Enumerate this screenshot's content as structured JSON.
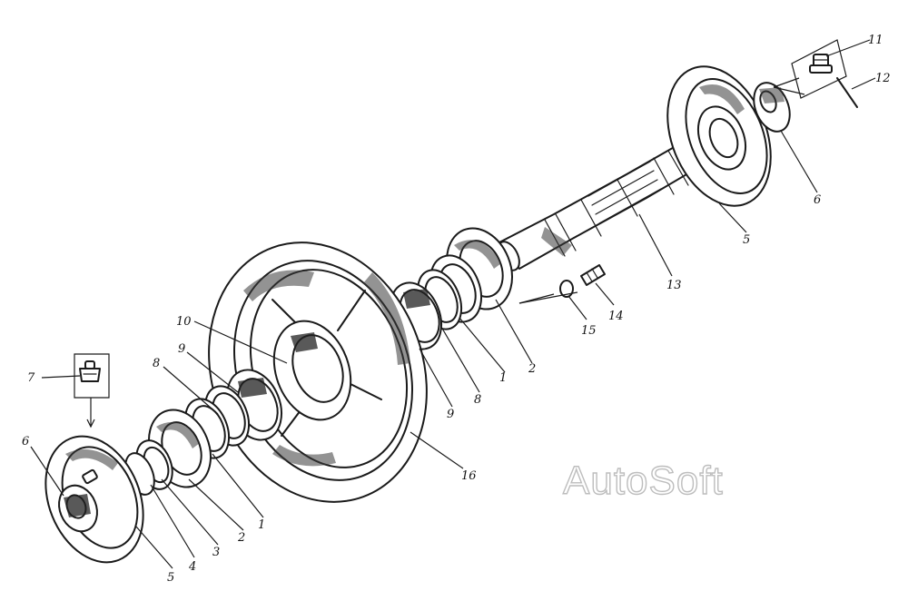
{
  "watermark": "AutoSoft",
  "labels": [
    {
      "id": "l7",
      "text": "7"
    },
    {
      "id": "l6a",
      "text": "6"
    },
    {
      "id": "l5a",
      "text": "5"
    },
    {
      "id": "l4",
      "text": "4"
    },
    {
      "id": "l3",
      "text": "3"
    },
    {
      "id": "l2a",
      "text": "2"
    },
    {
      "id": "l1a",
      "text": "1"
    },
    {
      "id": "l8a",
      "text": "8"
    },
    {
      "id": "l9a",
      "text": "9"
    },
    {
      "id": "l10",
      "text": "10"
    },
    {
      "id": "l16",
      "text": "16"
    },
    {
      "id": "l9b",
      "text": "9"
    },
    {
      "id": "l8b",
      "text": "8"
    },
    {
      "id": "l1b",
      "text": "1"
    },
    {
      "id": "l2b",
      "text": "2"
    },
    {
      "id": "l15",
      "text": "15"
    },
    {
      "id": "l14",
      "text": "14"
    },
    {
      "id": "l13",
      "text": "13"
    },
    {
      "id": "l5b",
      "text": "5"
    },
    {
      "id": "l6b",
      "text": "6"
    },
    {
      "id": "l11",
      "text": "11"
    },
    {
      "id": "l12",
      "text": "12"
    }
  ]
}
